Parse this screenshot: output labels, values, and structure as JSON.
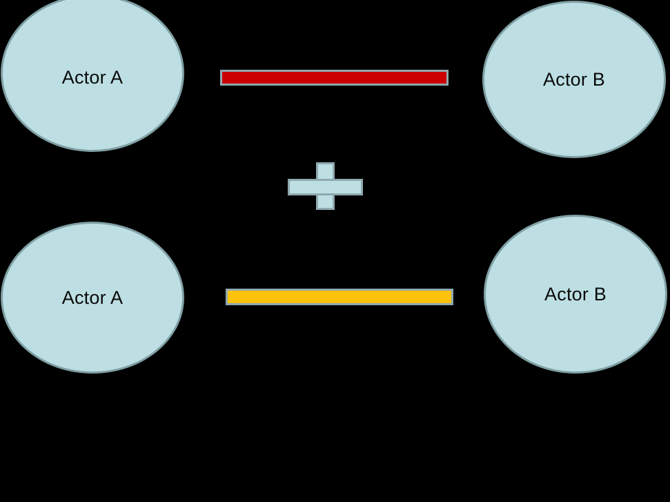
{
  "diagram": {
    "type": "relationship-composition-diagram",
    "background_color": "#000000",
    "node_fill_color": "#bddfe3",
    "node_border_color": "#7f9fa3",
    "label_color": "#0a0a0a",
    "actors": [
      {
        "id": "actor-top-left",
        "label": "Actor A",
        "position": "top-left"
      },
      {
        "id": "actor-top-right",
        "label": "Actor B",
        "position": "top-right"
      },
      {
        "id": "actor-bottom-left",
        "label": "Actor A",
        "position": "bottom-left"
      },
      {
        "id": "actor-bottom-right",
        "label": "Actor B",
        "position": "bottom-right"
      }
    ],
    "relations": [
      {
        "id": "relation-red",
        "color": "#cc0000",
        "border_color": "#8fa9b0",
        "row": "top",
        "from": "Actor A",
        "to": "Actor B"
      },
      {
        "id": "relation-yellow",
        "color": "#ffc20a",
        "border_color": "#8fa9b0",
        "row": "bottom",
        "from": "Actor A",
        "to": "Actor B"
      }
    ],
    "operator": {
      "id": "plus-operator",
      "glyph": "+",
      "fill_color": "#bddfe3",
      "border_color": "#8fa9b0"
    }
  }
}
